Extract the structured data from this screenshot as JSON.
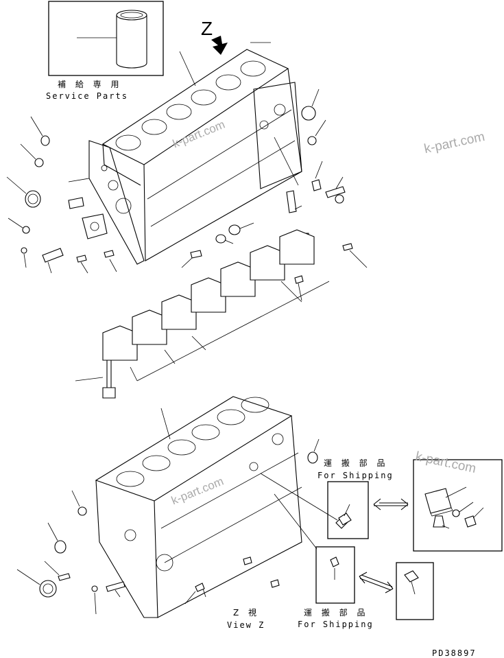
{
  "labels": {
    "service_jp": "補 給 専 用",
    "service_en": "Service Parts",
    "z_marker": "Z",
    "shipping_jp_1": "運 搬 部 品",
    "shipping_en_1": "For Shipping",
    "view_jp": "Z  視",
    "view_en": "View Z",
    "shipping_jp_2": "運 搬 部 品",
    "shipping_en_2": "For Shipping",
    "figure_code": "PD38897"
  },
  "watermarks": [
    "k-part.com",
    "k-part.com",
    "k-part.com",
    "k-part.com"
  ],
  "icons": {
    "view_arrow": "view-direction-arrow-icon",
    "exchange_arrow": "double-headed-arrow-icon"
  }
}
